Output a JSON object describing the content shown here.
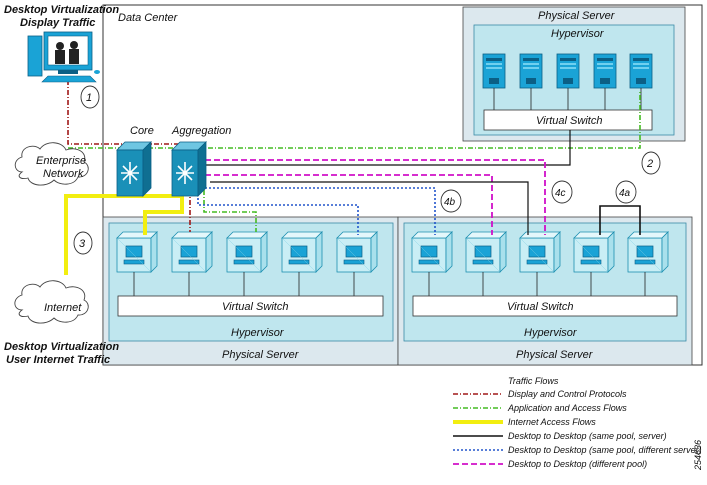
{
  "labels": {
    "desktop_display_title_1": "Desktop Virtualization",
    "desktop_display_title_2": "Display Traffic",
    "data_center": "Data Center",
    "physical_server_top": "Physical Server",
    "hypervisor_top": "Hypervisor",
    "virtual_switch_top": "Virtual Switch",
    "core": "Core",
    "aggregation": "Aggregation",
    "enterprise_network_1": "Enterprise",
    "enterprise_network_2": "Network",
    "internet": "Internet",
    "user_internet_title_1": "Desktop Virtualization",
    "user_internet_title_2": "User Internet Traffic",
    "virtual_switch_left": "Virtual Switch",
    "hypervisor_left": "Hypervisor",
    "physical_server_left": "Physical Server",
    "virtual_switch_right": "Virtual Switch",
    "hypervisor_right": "Hypervisor",
    "physical_server_right": "Physical Server",
    "figure_id": "254636"
  },
  "callouts": [
    "1",
    "2",
    "3",
    "4a",
    "4b",
    "4c"
  ],
  "legend": {
    "title": "Traffic Flows",
    "items": [
      {
        "label": "Display and Control Protocols",
        "color": "#a01818",
        "style": "dash-dot"
      },
      {
        "label": "Application and Access Flows",
        "color": "#44bb22",
        "style": "dash-dot"
      },
      {
        "label": "Internet Access Flows",
        "color": "#f2ee10",
        "style": "thick-solid"
      },
      {
        "label": "Desktop to Desktop (same pool, server)",
        "color": "#111111",
        "style": "solid"
      },
      {
        "label": "Desktop to Desktop (same pool, different server)",
        "color": "#2255cc",
        "style": "dotted"
      },
      {
        "label": "Desktop to Desktop (different pool)",
        "color": "#d010c8",
        "style": "dashed"
      }
    ]
  },
  "colors": {
    "server_panel": "#dce8ee",
    "hypervisor_fill": "#bfe6ee",
    "device_cyan": "#1aa3d6",
    "switch_teal": "#1a90b8"
  }
}
